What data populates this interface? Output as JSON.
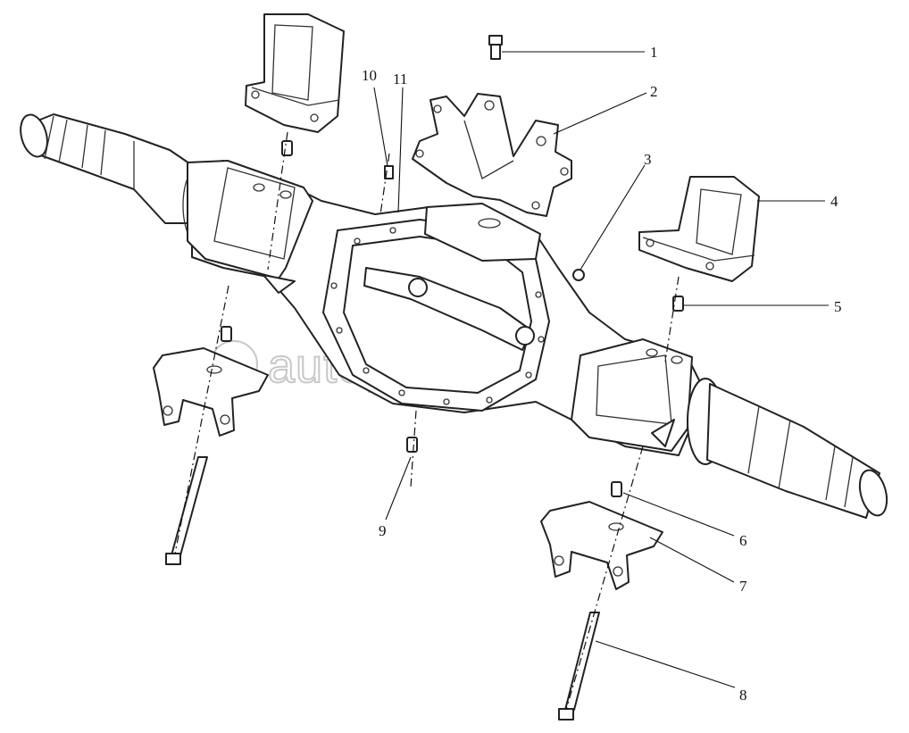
{
  "watermark": "autopiter.ru",
  "callouts": [
    {
      "id": "1",
      "label": "1"
    },
    {
      "id": "2",
      "label": "2"
    },
    {
      "id": "3",
      "label": "3"
    },
    {
      "id": "4",
      "label": "4"
    },
    {
      "id": "5",
      "label": "5"
    },
    {
      "id": "6",
      "label": "6"
    },
    {
      "id": "7",
      "label": "7"
    },
    {
      "id": "8",
      "label": "8"
    },
    {
      "id": "9",
      "label": "9"
    },
    {
      "id": "10",
      "label": "10"
    },
    {
      "id": "11",
      "label": "11"
    }
  ]
}
